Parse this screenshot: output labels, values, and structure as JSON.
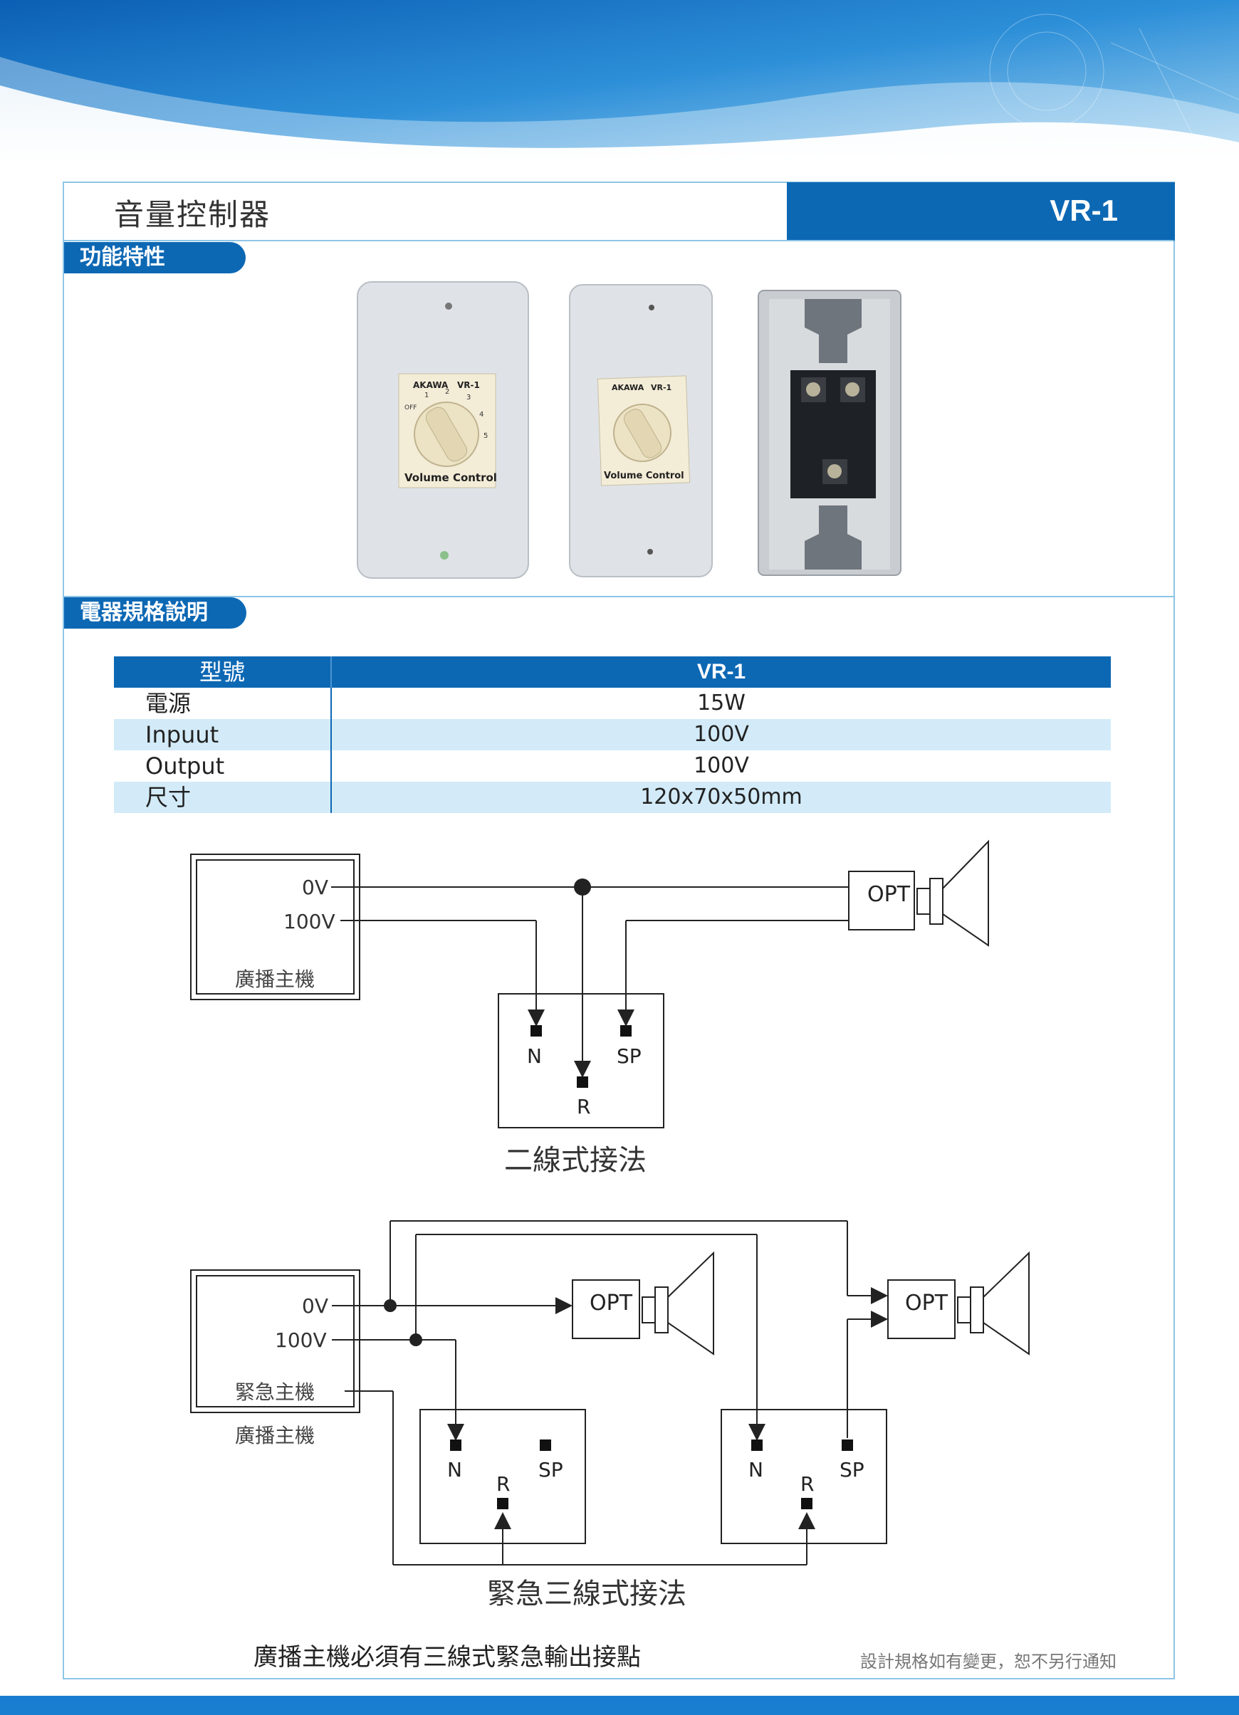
{
  "header": {
    "title": "音量控制器",
    "model": "VR-1"
  },
  "sections": {
    "features": "功能特性",
    "specs": "電器規格說明"
  },
  "products": {
    "brand": "AKAWA",
    "model": "VR-1",
    "dial_label": "Volume Control",
    "dial_marks": [
      "OFF",
      "1",
      "2",
      "3",
      "4",
      "5"
    ]
  },
  "spec_table": {
    "header": [
      "型號",
      "VR-1"
    ],
    "rows": [
      [
        "電源",
        "15W"
      ],
      [
        "Inpuut",
        "100V"
      ],
      [
        "Output",
        "100V"
      ],
      [
        "尺寸",
        "120x70x50mm"
      ]
    ]
  },
  "diagram_two_wire": {
    "host_label": "廣播主機",
    "terminal_0v": "0V",
    "terminal_100v": "100V",
    "opt": "OPT",
    "pin_n": "N",
    "pin_sp": "SP",
    "pin_r": "R",
    "caption": "二線式接法"
  },
  "diagram_three_wire": {
    "inner_label": "緊急主機",
    "host_label": "廣播主機",
    "terminal_0v": "0V",
    "terminal_100v": "100V",
    "opt": "OPT",
    "pin_n": "N",
    "pin_sp": "SP",
    "pin_r": "R",
    "caption": "緊急三線式接法"
  },
  "footer": {
    "note": "廣播主機必須有三線式緊急輸出接點",
    "disclaimer": "設計規格如有變更，恕不另行通知"
  },
  "colors": {
    "brand_blue": "#0d68b4",
    "row_alt": "#d3ebf8",
    "frame": "#8ec5e6"
  }
}
